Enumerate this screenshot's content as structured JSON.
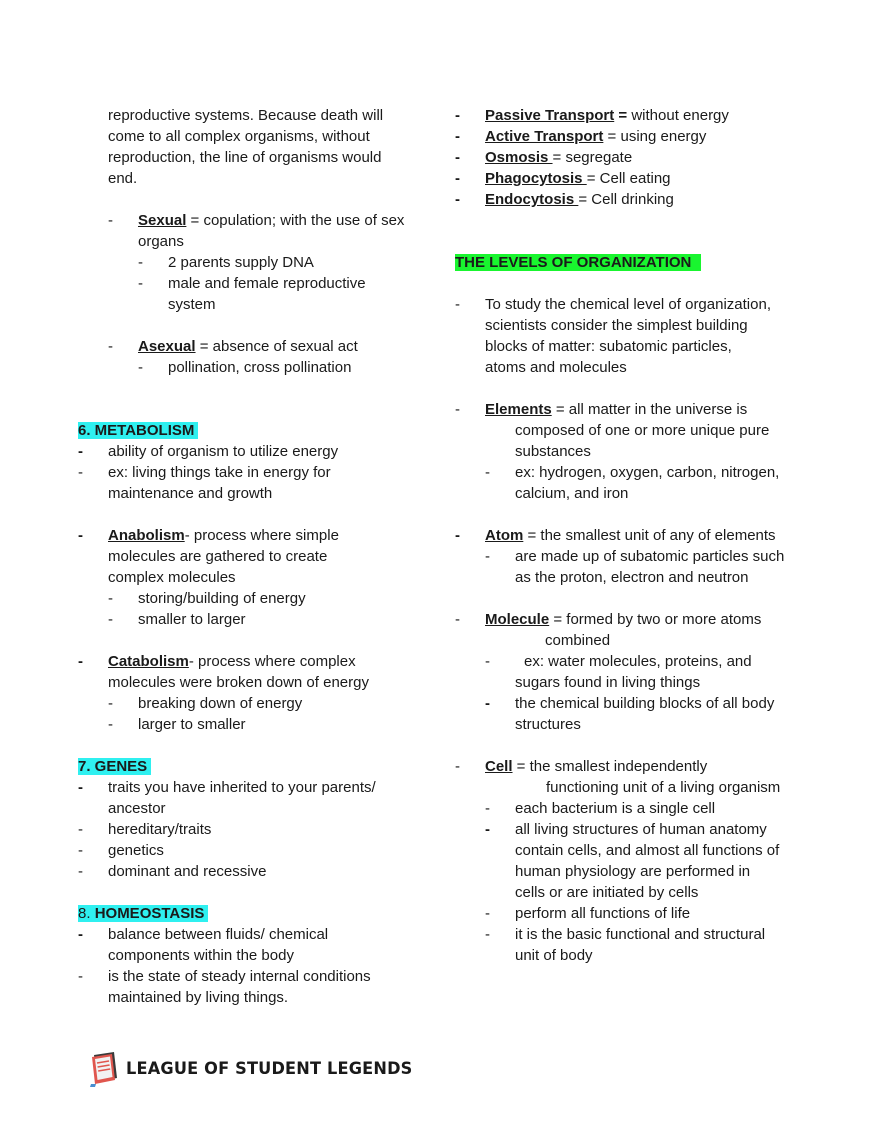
{
  "left": {
    "intro": [
      "reproductive systems. Because death will",
      "come to all complex organisms, without",
      "reproduction, the line of organisms would",
      "end."
    ],
    "sexual": {
      "term": "Sexual",
      "def": " = copulation; with the use of sex",
      "cont": "organs"
    },
    "sexual_subs": [
      "2 parents supply DNA",
      "male and female reproductive",
      "system"
    ],
    "asexual": {
      "term": "Asexual",
      "def": " = absence of sexual act"
    },
    "asexual_subs": [
      "pollination, cross pollination"
    ],
    "metabolism": {
      "heading": "6.  METABOLISM",
      "points": [
        "ability of organism to utilize energy",
        "ex: living things take in energy for",
        "maintenance and growth"
      ]
    },
    "anabolism": {
      "term": "Anabolism",
      "def": "- process where simple",
      "cont": [
        "molecules are gathered to create",
        "complex molecules"
      ],
      "subs": [
        "storing/building of energy",
        "smaller to larger"
      ]
    },
    "catabolism": {
      "term": "Catabolism",
      "def": "- process where complex",
      "cont": [
        "molecules were broken down of energy"
      ],
      "subs": [
        "breaking down of energy",
        "larger to smaller"
      ]
    },
    "genes": {
      "heading": "7.  GENES",
      "points": [
        "traits you have inherited to your parents/",
        "ancestor",
        "hereditary/traits",
        "genetics",
        "dominant and recessive"
      ]
    },
    "homeostasis": {
      "heading_num": "8.  ",
      "heading": "HOMEOSTASIS",
      "points": [
        "balance between fluids/ chemical",
        "components within the body",
        "is the state of steady internal conditions",
        "maintained by living things."
      ]
    }
  },
  "right": {
    "transport": [
      {
        "term": "Passive Transport",
        "sep": " = ",
        "def": "without energy"
      },
      {
        "term": "Active Transport",
        "sep": " = ",
        "def": "using energy"
      },
      {
        "term": "Osmosis ",
        "sep": "= ",
        "def": "segregate"
      },
      {
        "term": "Phagocytosis ",
        "sep": "= ",
        "def": "Cell eating"
      },
      {
        "term": "Endocytosis ",
        "sep": "= ",
        "def": "Cell drinking"
      }
    ],
    "levels_heading": "THE LEVELS OF ORGANIZATION",
    "chem_level": [
      "To study the chemical level of organization,",
      "scientists consider the simplest building",
      "blocks of matter: subatomic particles,",
      "atoms and molecules"
    ],
    "elements": {
      "term": "Elements",
      "def": " = all matter in the universe is",
      "cont": [
        "composed of one or more unique pure",
        "substances"
      ],
      "subs": [
        "ex: hydrogen, oxygen, carbon, nitrogen,",
        "calcium, and iron"
      ]
    },
    "atom": {
      "term": "Atom",
      "def": " = the smallest unit of any of elements",
      "subs": [
        "are made up of subatomic particles such",
        "as the proton, electron and neutron"
      ]
    },
    "molecule": {
      "term": "Molecule",
      "def": " = formed by two or more atoms",
      "cont": "combined",
      "subs": [
        "ex: water molecules, proteins, and",
        "sugars found in living things",
        "the chemical building blocks of all body",
        "structures"
      ]
    },
    "cell": {
      "term": "Cell",
      "def": " = the smallest independently",
      "cont": "functioning unit of a living organism",
      "subs": [
        "each bacterium is a single cell",
        "all living structures of human anatomy",
        "contain cells, and almost all functions of",
        "human physiology are performed in",
        "cells or are initiated by cells",
        "perform all functions of life",
        "it is the  basic functional and structural",
        "unit of body"
      ]
    }
  },
  "footer": {
    "brand": "LEAGUE OF STUDENT LEGENDS",
    "logo_icon": "book-icon"
  },
  "colors": {
    "cyan_highlight": "#2ff0f0",
    "green_highlight": "#19f52f",
    "text": "#1a1a1a"
  },
  "bullet": "-"
}
